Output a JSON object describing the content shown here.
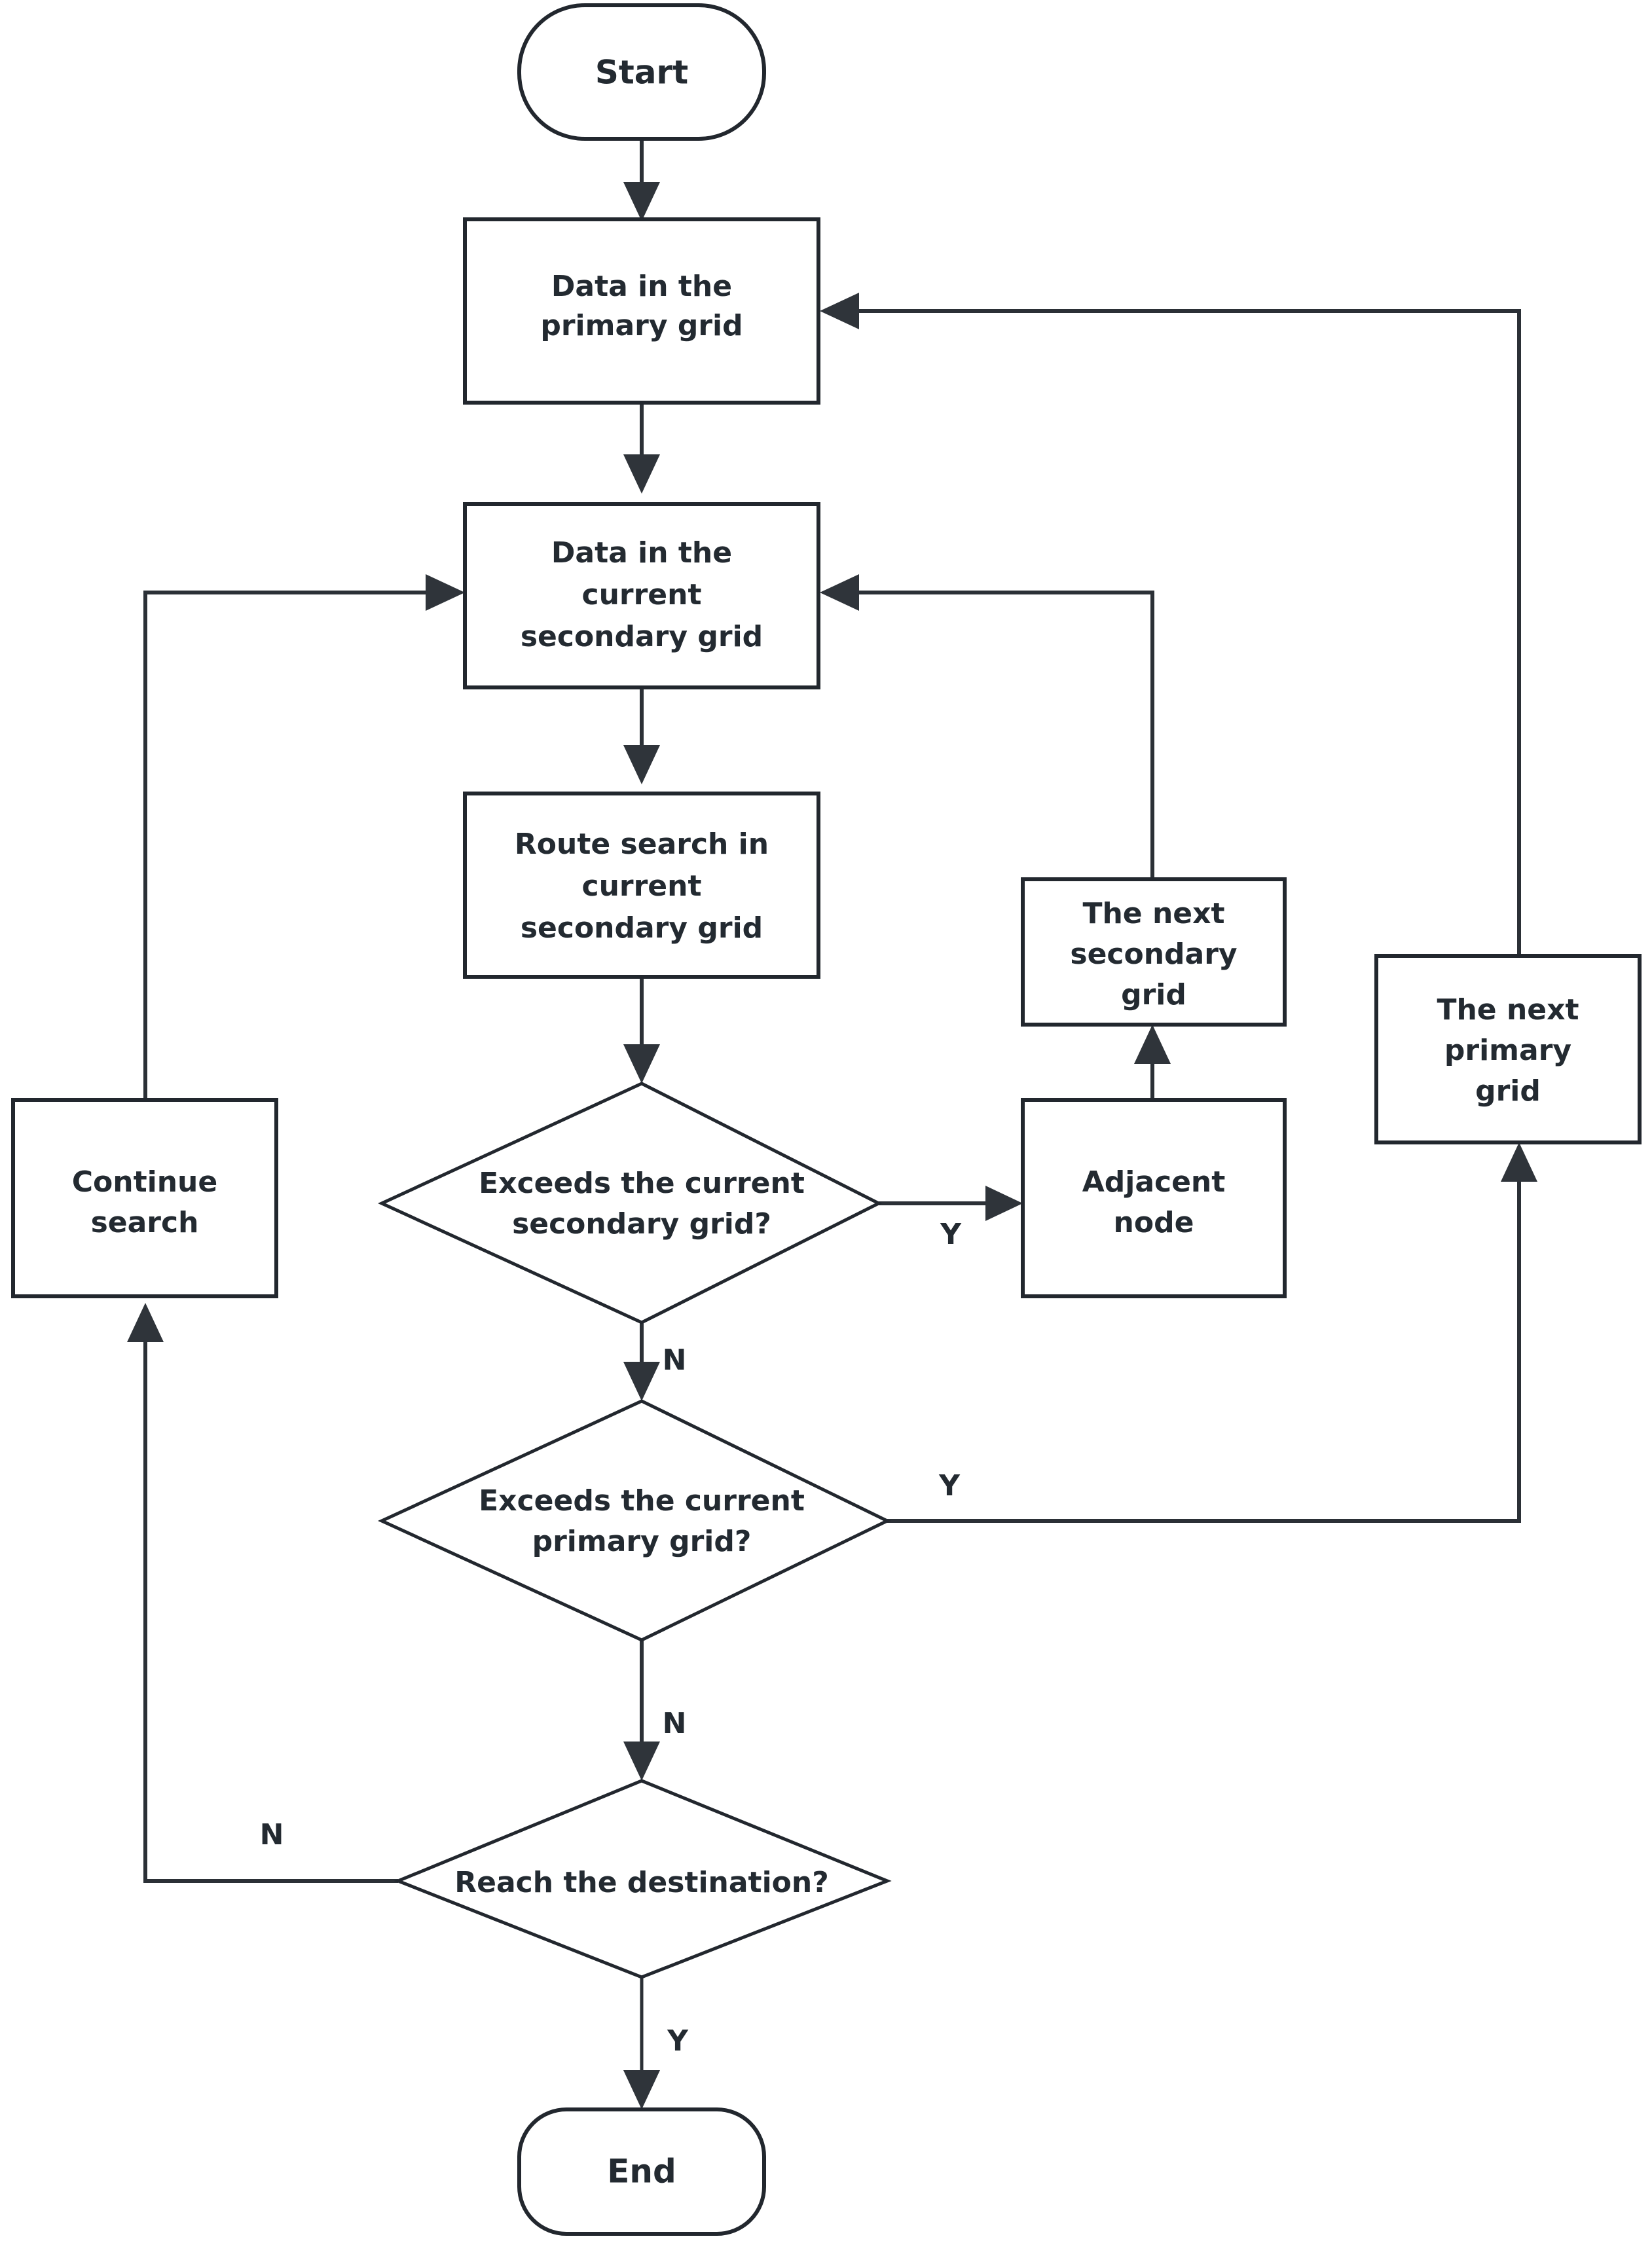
{
  "diagram": {
    "type": "flowchart",
    "orientation": "top-to-bottom",
    "colors": {
      "background": "#ffffff",
      "stroke": "#22272e",
      "text": "#232a31",
      "arrow_fill": "#2f343a"
    },
    "nodes": {
      "start": {
        "label": "Start",
        "shape": "terminator"
      },
      "data_primary": {
        "label_line1": "Data in the",
        "label_line2": "primary grid",
        "shape": "process"
      },
      "data_secondary": {
        "label_line1": "Data in the",
        "label_line2": "current",
        "label_line3": "secondary grid",
        "shape": "process"
      },
      "route_search": {
        "label_line1": "Route search in",
        "label_line2": "current",
        "label_line3": "secondary grid",
        "shape": "process"
      },
      "exceeds_secondary": {
        "label_line1": "Exceeds the current",
        "label_line2": "secondary grid?",
        "shape": "decision"
      },
      "exceeds_primary": {
        "label_line1": "Exceeds the current",
        "label_line2": "primary grid?",
        "shape": "decision"
      },
      "reach_destination": {
        "label_line1": "Reach the destination?",
        "shape": "decision"
      },
      "adjacent_node": {
        "label_line1": "Adjacent",
        "label_line2": "node",
        "shape": "process"
      },
      "next_secondary": {
        "label_line1": "The next",
        "label_line2": "secondary",
        "label_line3": "grid",
        "shape": "process"
      },
      "next_primary": {
        "label_line1": "The next",
        "label_line2": "primary",
        "label_line3": "grid",
        "shape": "process"
      },
      "continue_search": {
        "label_line1": "Continue",
        "label_line2": "search",
        "shape": "process"
      },
      "end": {
        "label": "End",
        "shape": "terminator"
      }
    },
    "edge_labels": {
      "exceeds_secondary_yes": "Y",
      "exceeds_secondary_no": "N",
      "exceeds_primary_yes": "Y",
      "exceeds_primary_no": "N",
      "reach_destination_no": "N",
      "reach_destination_yes": "Y"
    }
  }
}
